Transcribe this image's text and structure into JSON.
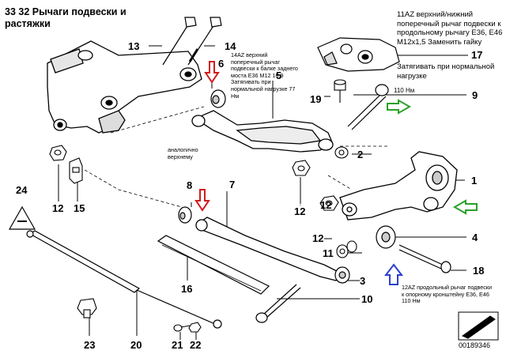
{
  "header": {
    "title": "33 32 Рычаги подвески и растяжки"
  },
  "notes": {
    "n14az": "14AZ верхний поперечный рычаг подвески к балке заднего моста   E36 M12 10.9  Затягивать при нормальной нагрузке   77 Нм",
    "similar": "аналогично верхнему",
    "n11az": "11AZ верхний/нижний поперечный рычаг подвески к продольному рычагу E36, E46    M12x1,5     Заменить гайку",
    "n11az_torque": "Затягивать при нормальной нагрузке",
    "torque_9": "110 Нм",
    "n12az": "12AZ продольный рычаг подвески к опорному кронштейну E36, E46       110 Нм"
  },
  "callouts": [
    "1",
    "2",
    "3",
    "4",
    "5",
    "6",
    "7",
    "8",
    "9",
    "10",
    "11",
    "12",
    "12",
    "12",
    "12",
    "13",
    "14",
    "15",
    "16",
    "17",
    "18",
    "19",
    "20",
    "21",
    "22",
    "23",
    "24"
  ],
  "labels": {
    "c1": "1",
    "c2": "2",
    "c3": "3",
    "c4": "4",
    "c5": "5",
    "c6": "6",
    "c7": "7",
    "c8": "8",
    "c9": "9",
    "c10": "10",
    "c11": "11",
    "c12a": "12",
    "c12b": "12",
    "c12c": "12",
    "c12d": "12",
    "c13": "13",
    "c14": "14",
    "c15": "15",
    "c16": "16",
    "c17": "17",
    "c18": "18",
    "c19": "19",
    "c20": "20",
    "c21": "21",
    "c22": "22",
    "c23": "23",
    "c24": "24"
  },
  "diagram_id": "00189346",
  "colors": {
    "arrow_red": "#d11a1a",
    "arrow_green": "#2aa02a",
    "arrow_blue": "#2b3fcf",
    "ink": "#000000"
  }
}
